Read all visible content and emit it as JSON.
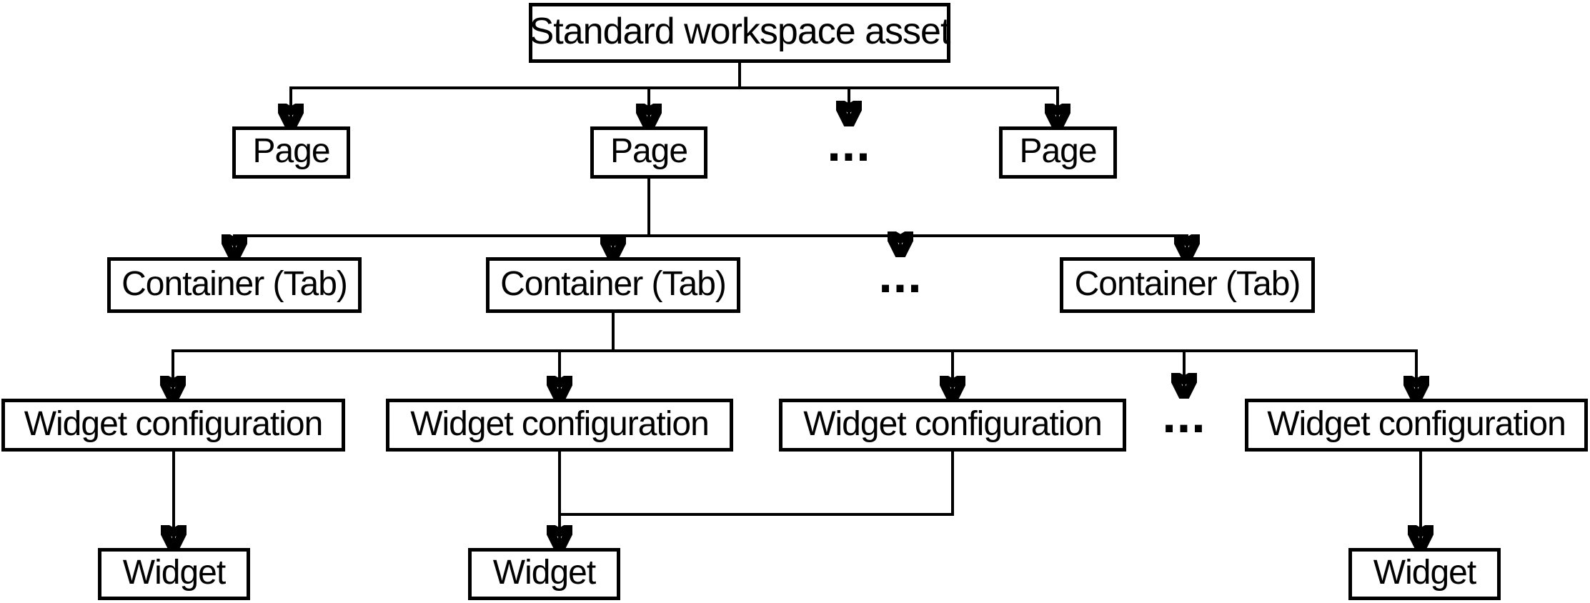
{
  "colors": {
    "line": "#000000",
    "background": "#ffffff",
    "box_fill": "#ffffff",
    "text": "#000000"
  },
  "hierarchy": {
    "root": {
      "label": "Standard workspace asset"
    },
    "level2": [
      {
        "label": "Page"
      },
      {
        "label": "Page"
      },
      {
        "label": "..."
      },
      {
        "label": "Page"
      }
    ],
    "level3": [
      {
        "label": "Container (Tab)"
      },
      {
        "label": "Container (Tab)"
      },
      {
        "label": "..."
      },
      {
        "label": "Container (Tab)"
      }
    ],
    "level4": [
      {
        "label": "Widget configuration"
      },
      {
        "label": "Widget configuration"
      },
      {
        "label": "Widget configuration"
      },
      {
        "label": "..."
      },
      {
        "label": "Widget configuration"
      }
    ],
    "level5": [
      {
        "label": "Widget"
      },
      {
        "label": "Widget"
      },
      {
        "label": "Widget"
      }
    ]
  }
}
